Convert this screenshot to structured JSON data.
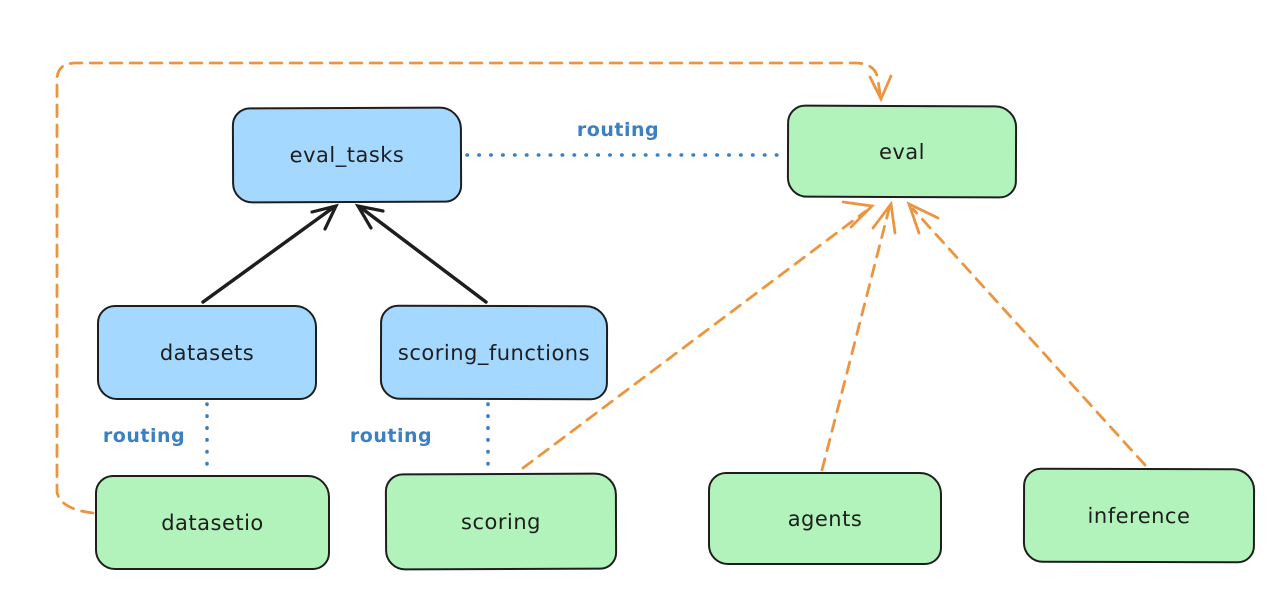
{
  "diagram": {
    "nodes": {
      "eval_tasks": {
        "label": "eval_tasks",
        "kind": "resource",
        "fill": "blue"
      },
      "datasets": {
        "label": "datasets",
        "kind": "resource",
        "fill": "blue"
      },
      "scoring_functions": {
        "label": "scoring_functions",
        "kind": "resource",
        "fill": "blue"
      },
      "eval": {
        "label": "eval",
        "kind": "api",
        "fill": "green"
      },
      "datasetio": {
        "label": "datasetio",
        "kind": "api",
        "fill": "green"
      },
      "scoring": {
        "label": "scoring",
        "kind": "api",
        "fill": "green"
      },
      "agents": {
        "label": "agents",
        "kind": "api",
        "fill": "green"
      },
      "inference": {
        "label": "inference",
        "kind": "api",
        "fill": "green"
      }
    },
    "edges": [
      {
        "from": "datasets",
        "to": "eval_tasks",
        "style": "solid-arrow",
        "color": "black"
      },
      {
        "from": "scoring_functions",
        "to": "eval_tasks",
        "style": "solid-arrow",
        "color": "black"
      },
      {
        "from": "eval_tasks",
        "to": "eval",
        "style": "dotted",
        "color": "blue",
        "label": "routing"
      },
      {
        "from": "datasets",
        "to": "datasetio",
        "style": "dotted",
        "color": "blue",
        "label": "routing"
      },
      {
        "from": "scoring_functions",
        "to": "scoring",
        "style": "dotted",
        "color": "blue",
        "label": "routing"
      },
      {
        "from": "datasetio",
        "to": "eval",
        "style": "dashed-arrow",
        "color": "orange"
      },
      {
        "from": "scoring",
        "to": "eval",
        "style": "dashed-arrow",
        "color": "orange"
      },
      {
        "from": "agents",
        "to": "eval",
        "style": "dashed-arrow",
        "color": "orange"
      },
      {
        "from": "inference",
        "to": "eval",
        "style": "dashed-arrow",
        "color": "orange"
      }
    ],
    "colors": {
      "blue_fill": "#a5d8ff",
      "green_fill": "#b2f2bb",
      "stroke_dark": "#1e1e1e",
      "orange": "#ec9540",
      "routing_blue": "#3d7fc4"
    }
  }
}
